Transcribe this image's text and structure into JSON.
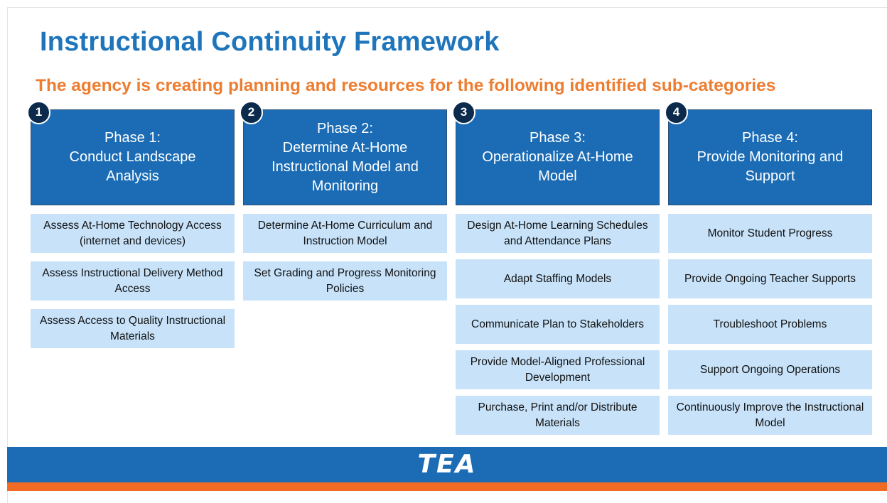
{
  "title": "Instructional Continuity Framework",
  "subtitle": "The agency is creating planning and resources for the following identified sub-categories",
  "phases": [
    {
      "number": "1",
      "title": "Phase 1:\nConduct Landscape\nAnalysis",
      "items": [
        "Assess At-Home Technology Access (internet and devices)",
        "Assess Instructional Delivery Method Access",
        "Assess Access to Quality Instructional Materials"
      ]
    },
    {
      "number": "2",
      "title": "Phase 2:\nDetermine At-Home\nInstructional Model and\nMonitoring",
      "items": [
        "Determine At-Home Curriculum and Instruction Model",
        "Set Grading and Progress Monitoring Policies"
      ]
    },
    {
      "number": "3",
      "title": "Phase 3:\nOperationalize At-Home\nModel",
      "items": [
        "Design At-Home Learning Schedules and Attendance Plans",
        "Adapt Staffing Models",
        "Communicate Plan to Stakeholders",
        "Provide Model-Aligned Professional Development",
        "Purchase, Print and/or Distribute Materials"
      ]
    },
    {
      "number": "4",
      "title": "Phase 4:\nProvide Monitoring and\nSupport",
      "items": [
        "Monitor Student Progress",
        "Provide Ongoing Teacher Supports",
        "Troubleshoot Problems",
        "Support Ongoing Operations",
        "Continuously Improve the Instructional Model"
      ]
    }
  ],
  "footer": {
    "logo_text": "TEA"
  },
  "colors": {
    "title": "#1f75bb",
    "subtitle": "#ed7d31",
    "phase_header": "#1b6cb5",
    "badge": "#0b2a4c",
    "sub_item": "#c7e2f9",
    "footer_bar": "#1b6cb5",
    "footer_stripe": "#f26b25"
  }
}
